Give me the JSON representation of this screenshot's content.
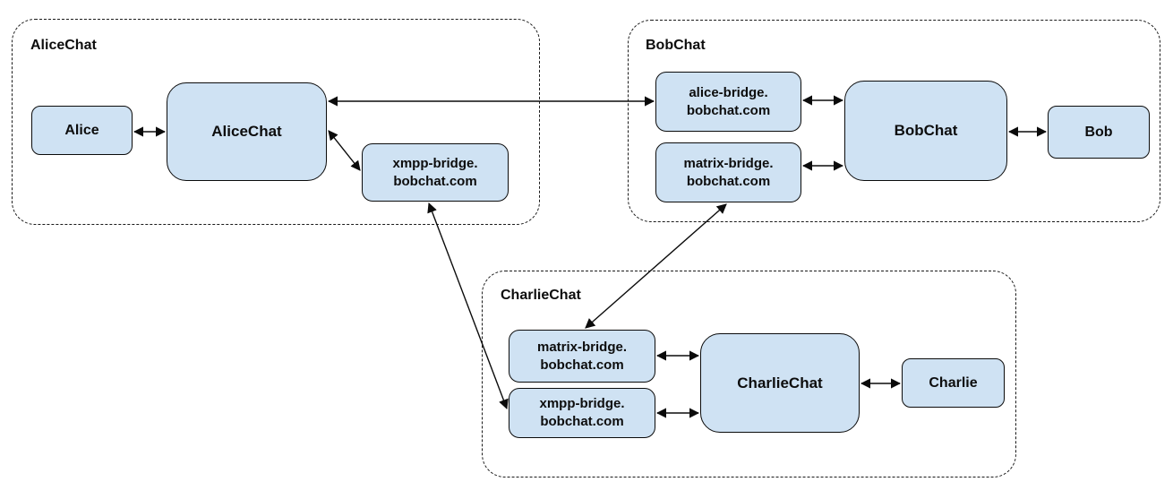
{
  "diagram": {
    "type": "architecture-diagram",
    "groups": {
      "alicechat": {
        "label": "AliceChat"
      },
      "bobchat": {
        "label": "BobChat"
      },
      "charliechat": {
        "label": "CharlieChat"
      }
    },
    "nodes": {
      "alice": {
        "label": "Alice"
      },
      "alicechat_server": {
        "label": "AliceChat"
      },
      "xmpp_bridge_alice": {
        "line1": "xmpp-bridge.",
        "line2": "bobchat.com"
      },
      "alice_bridge": {
        "line1": "alice-bridge.",
        "line2": "bobchat.com"
      },
      "matrix_bridge_bob": {
        "line1": "matrix-bridge.",
        "line2": "bobchat.com"
      },
      "bobchat_server": {
        "label": "BobChat"
      },
      "bob": {
        "label": "Bob"
      },
      "matrix_bridge_charlie": {
        "line1": "matrix-bridge.",
        "line2": "bobchat.com"
      },
      "xmpp_bridge_charlie": {
        "line1": "xmpp-bridge.",
        "line2": "bobchat.com"
      },
      "charliechat_server": {
        "label": "CharlieChat"
      },
      "charlie": {
        "label": "Charlie"
      }
    },
    "edges": [
      {
        "from": "alice",
        "to": "alicechat_server",
        "arrows": "both"
      },
      {
        "from": "alicechat_server",
        "to": "alice_bridge",
        "arrows": "both"
      },
      {
        "from": "alicechat_server",
        "to": "xmpp_bridge_alice",
        "arrows": "both"
      },
      {
        "from": "xmpp_bridge_alice",
        "to": "xmpp_bridge_charlie",
        "arrows": "both"
      },
      {
        "from": "alice_bridge",
        "to": "bobchat_server",
        "arrows": "both"
      },
      {
        "from": "matrix_bridge_bob",
        "to": "bobchat_server",
        "arrows": "both"
      },
      {
        "from": "bobchat_server",
        "to": "bob",
        "arrows": "both"
      },
      {
        "from": "matrix_bridge_bob",
        "to": "matrix_bridge_charlie",
        "arrows": "both"
      },
      {
        "from": "matrix_bridge_charlie",
        "to": "charliechat_server",
        "arrows": "both"
      },
      {
        "from": "xmpp_bridge_charlie",
        "to": "charliechat_server",
        "arrows": "both"
      },
      {
        "from": "charliechat_server",
        "to": "charlie",
        "arrows": "both"
      }
    ],
    "colors": {
      "node_fill": "#cfe2f3",
      "node_border": "#0b0b0b",
      "line": "#0b0b0b",
      "background": "#ffffff",
      "text": "#0d0d0d"
    }
  }
}
